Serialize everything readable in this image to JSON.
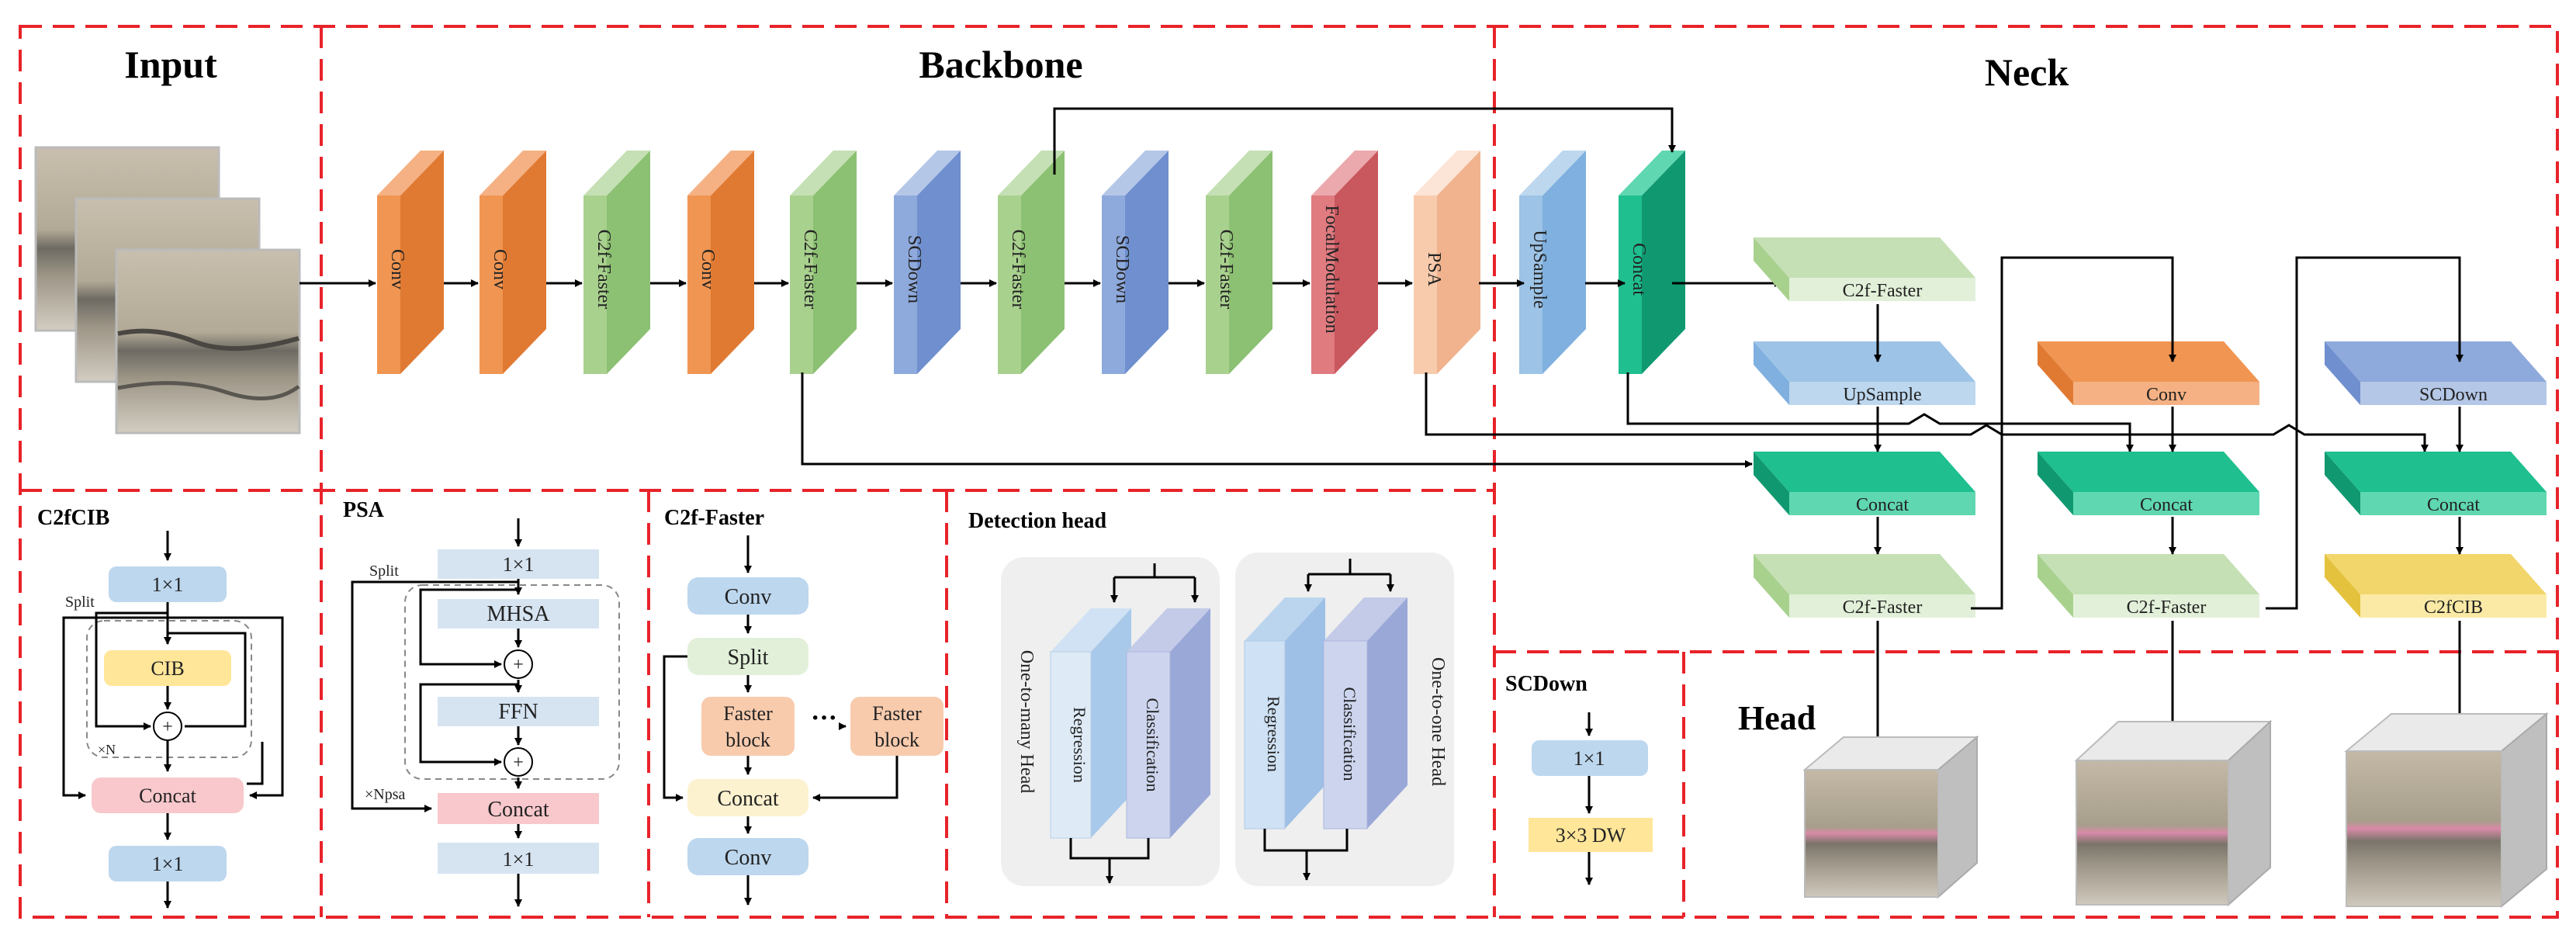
{
  "sections": {
    "input": "Input",
    "backbone": "Backbone",
    "neck": "Neck",
    "head": "Head"
  },
  "backbone_blocks": [
    "Conv",
    "Conv",
    "C2f-Faster",
    "Conv",
    "C2f-Faster",
    "SCDown",
    "C2f-Faster",
    "SCDown",
    "C2f-Faster",
    "FocalModulation",
    "PSA"
  ],
  "neck_vertical_blocks": [
    "UpSample",
    "Concat"
  ],
  "neck_flat_blocks": {
    "col1": [
      "C2f-Faster",
      "UpSample",
      "Concat",
      "C2f-Faster"
    ],
    "col2": [
      "Conv",
      "Concat",
      "C2f-Faster"
    ],
    "col3": [
      "SCDown",
      "Concat",
      "C2fCIB"
    ]
  },
  "c2fcib": {
    "title": "C2fCIB",
    "top": "1×1",
    "split": "Split",
    "cib": "CIB",
    "plus": "+",
    "times_n": "×N",
    "concat": "Concat",
    "bottom": "1×1"
  },
  "psa": {
    "title": "PSA",
    "top": "1×1",
    "split": "Split",
    "mhsa": "MHSA",
    "ffn": "FFN",
    "plus": "+",
    "times_npsa": "×Npsa",
    "concat": "Concat",
    "bottom": "1×1"
  },
  "c2f_faster": {
    "title": "C2f-Faster",
    "conv_top": "Conv",
    "split": "Split",
    "faster_block": "Faster block",
    "dots": "···",
    "concat": "Concat",
    "conv_bottom": "Conv"
  },
  "detection_head": {
    "title": "Detection head",
    "one_to_many": "One-to-many Head",
    "one_to_one": "One-to-one Head",
    "regression": "Regression",
    "classification": "Classification"
  },
  "scdown": {
    "title": "SCDown",
    "top": "1×1",
    "bottom": "3×3 DW"
  },
  "colors": {
    "dash_red": "#e8232a",
    "conv_orange": "#f09552",
    "c2f_green": "#a9d18e",
    "scdown_blue": "#8ea9db",
    "focal_red": "#e07b80",
    "psa_peach": "#f8cbad",
    "upsample_blue": "#9dc3e6",
    "concat_teal": "#1fbf8f",
    "c2fcib_yellow": "#f2d66b"
  }
}
